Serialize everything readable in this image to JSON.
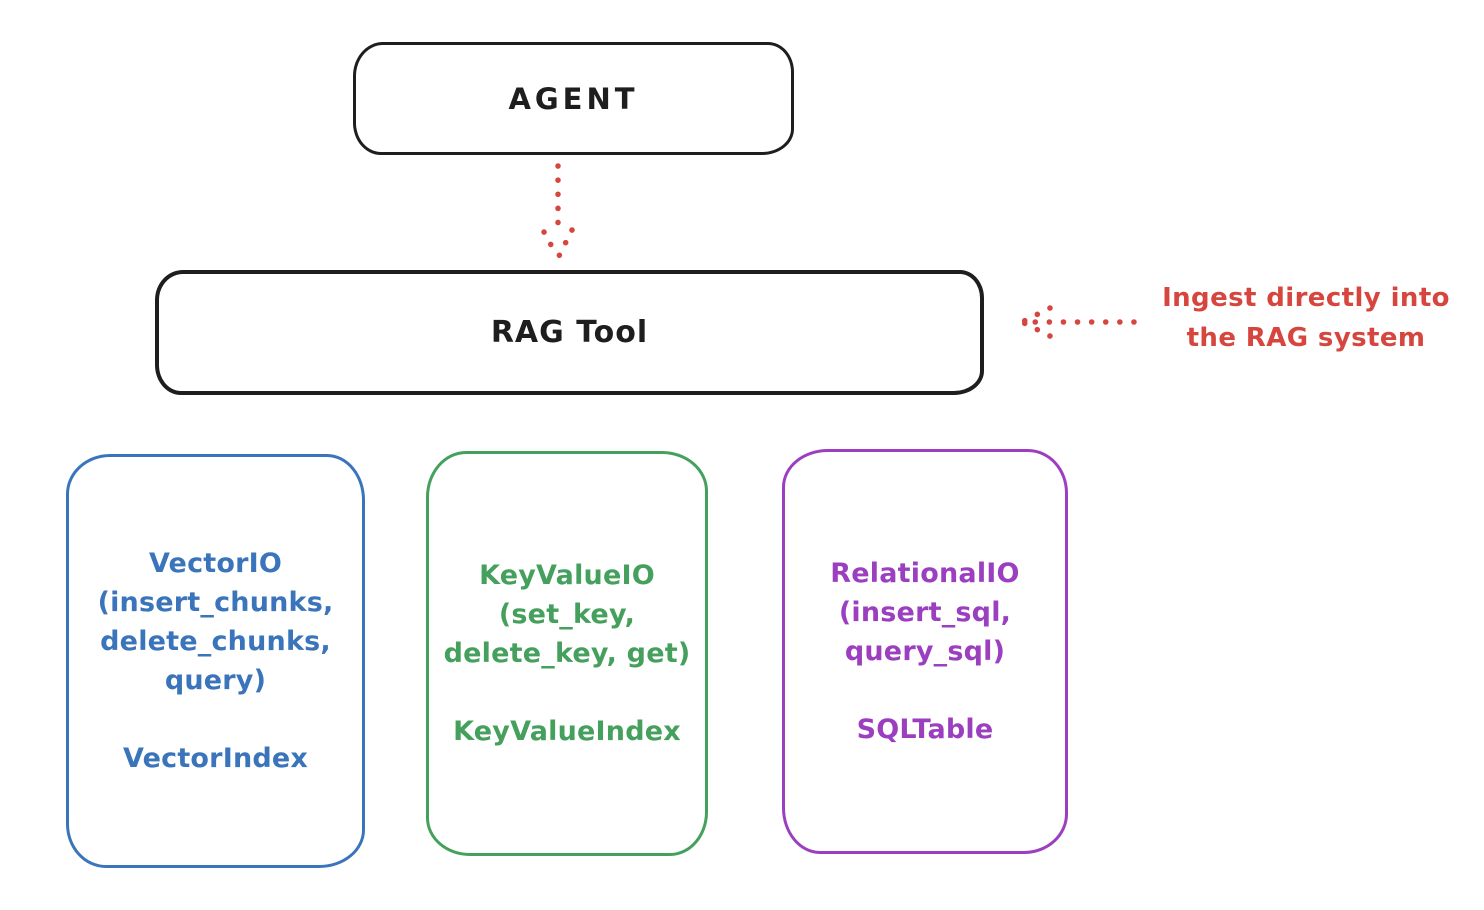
{
  "colors": {
    "ink": "#1e1e1e",
    "red": "#d6463f",
    "blue": "#3a74ba",
    "green": "#44a05c",
    "purple": "#9b3fc0",
    "background": "#ffffff"
  },
  "nodes": {
    "agent": {
      "label": "AGENT",
      "border_color": "#1e1e1e"
    },
    "rag_tool": {
      "label": "RAG Tool",
      "border_color": "#1e1e1e"
    },
    "vector": {
      "color": "#3a74ba",
      "lines": [
        "VectorIO",
        "(insert_chunks,",
        "delete_chunks,",
        "query)"
      ],
      "index_label": "VectorIndex"
    },
    "keyvalue": {
      "color": "#44a05c",
      "lines": [
        "KeyValueIO",
        "(set_key,",
        "delete_key, get)"
      ],
      "index_label": "KeyValueIndex"
    },
    "relational": {
      "color": "#9b3fc0",
      "lines": [
        "RelationalIO",
        "(insert_sql,",
        "query_sql)"
      ],
      "index_label": "SQLTable"
    }
  },
  "annotation": {
    "color": "#d6463f",
    "lines": [
      "Ingest directly into",
      "the RAG system"
    ]
  },
  "arrows": {
    "agent_to_rag_tool": {
      "style": "dotted",
      "direction": "down",
      "color": "#d6463f"
    },
    "ingest_to_rag_tool": {
      "style": "dotted",
      "direction": "left",
      "color": "#d6463f"
    }
  }
}
